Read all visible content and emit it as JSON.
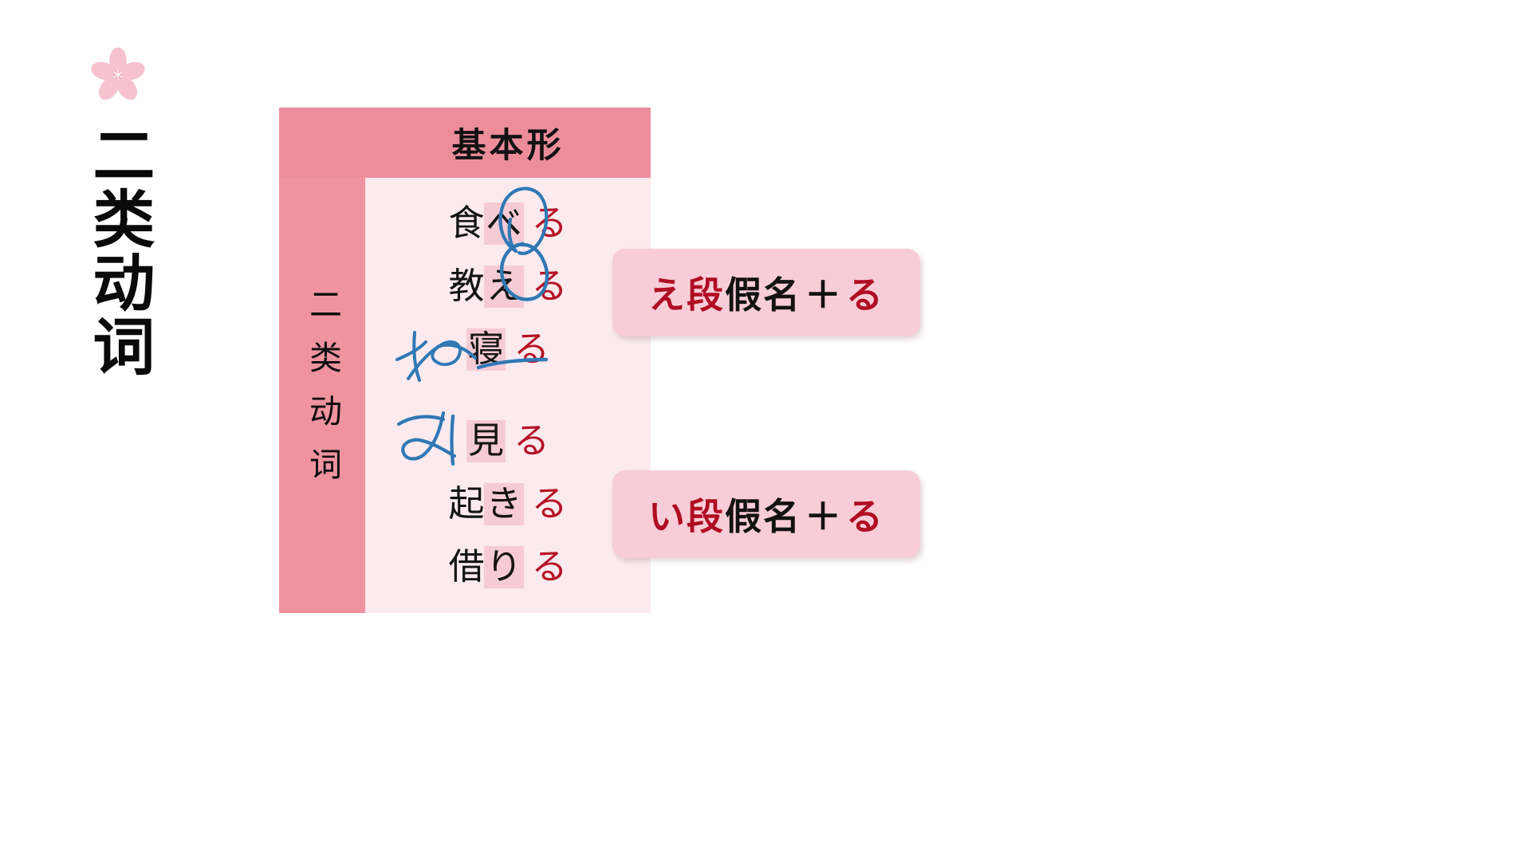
{
  "slide": {
    "title_vertical": "二类动词",
    "sakura_icon": "sakura-flower-icon",
    "accent_header": "#ed8d9b",
    "accent_row_header": "#ef93a0",
    "body_bg": "#fbeaee",
    "highlight": "#f6cbd5",
    "suffix_red": "#b51226",
    "callout_bg": "#f8cdd7",
    "ink_blue": "#2f78b5"
  },
  "table": {
    "corner_label": "",
    "column_header": "基本形",
    "row_header": "二类动词",
    "groups": [
      {
        "id": "e-dan-group",
        "rows": [
          {
            "stem": "食",
            "kana": "べ",
            "suffix": "る",
            "ink": "circle-around-be"
          },
          {
            "stem": "教",
            "kana": "え",
            "suffix": "る",
            "ink": "circle-around-e"
          },
          {
            "stem": "",
            "kana": "寝",
            "suffix": "る",
            "ink": "handwritten-ne-and-underline"
          }
        ]
      },
      {
        "id": "i-dan-group",
        "rows": [
          {
            "stem": "",
            "kana": "見",
            "suffix": "る",
            "ink": "handwritten-mi"
          },
          {
            "stem": "起",
            "kana": "き",
            "suffix": "る",
            "ink": ""
          },
          {
            "stem": "借",
            "kana": "り",
            "suffix": "る",
            "ink": ""
          }
        ]
      }
    ]
  },
  "callouts": [
    {
      "id": "callout-e-dan",
      "text": "え段假名 ＋る",
      "segments": [
        {
          "text": "え段",
          "color": "red"
        },
        {
          "text": "假名",
          "color": "black"
        },
        {
          "text": "＋",
          "color": "black"
        },
        {
          "text": "る",
          "color": "red"
        }
      ]
    },
    {
      "id": "callout-i-dan",
      "text": "い段假名 ＋る",
      "segments": [
        {
          "text": "い段",
          "color": "red"
        },
        {
          "text": "假名",
          "color": "black"
        },
        {
          "text": "＋",
          "color": "black"
        },
        {
          "text": "る",
          "color": "red"
        }
      ]
    }
  ],
  "annotations": {
    "be_circle": "blue-hand-drawn-circle",
    "e_circle": "blue-hand-drawn-circle",
    "ne_written": "ね",
    "ne_underline": "blue-underline",
    "mi_written": "み"
  }
}
